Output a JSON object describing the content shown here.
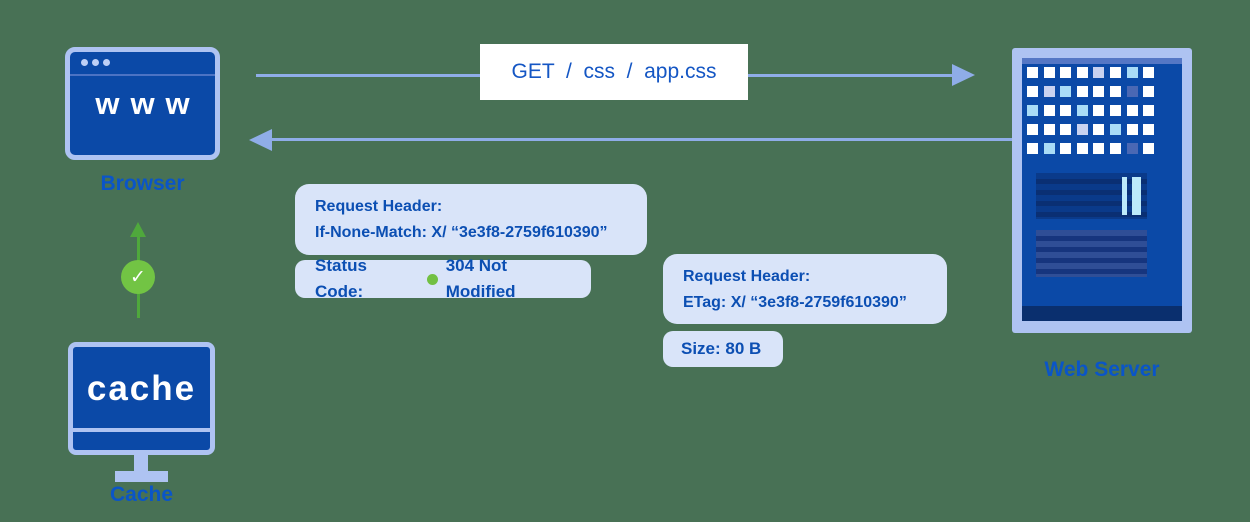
{
  "colors": {
    "background": "#487155",
    "icon_frame": "#AEC3F2",
    "icon_fill": "#0B49A7",
    "label_text": "#0A55C8",
    "box_fill": "#D9E4F9",
    "box_text": "#0C4FB3",
    "arrow": "#8FADE8",
    "get_text": "#1456C4",
    "green_line": "#4FA83C",
    "green_circle": "#72C444",
    "status_dot": "#72C043",
    "titlebar_dots": "#BDCFF6",
    "titlebar_sep": "#4C73C4",
    "server_top_strip": "#5577C5",
    "server_panel_dark": "#0A3A8A",
    "server_stripe_dark": "#0A2F73",
    "server_panel_slate": "#2F4E96",
    "server_stripe_slate": "#16357E",
    "server_vent_bar": "#BCEAFA",
    "server_bottom_bar": "#0A2F6E"
  },
  "nodes": {
    "browser": {
      "icon_text": "www",
      "label": "Browser"
    },
    "cache": {
      "icon_text": "cache",
      "label": "Cache"
    },
    "server": {
      "label": "Web Server",
      "grid": [
        "wwwwlwcw",
        "wlcwwwsw",
        "cwwcwwww",
        "wwwlwcww",
        "wcwwwwsw"
      ],
      "grid_colors": {
        "w": "#FFFFFF",
        "c": "#A9DCF7",
        "l": "#C9D2F0",
        "s": "#4A68B4"
      }
    }
  },
  "messages": {
    "request_label": "GET  /  css  /  app.css",
    "if_none_match_box": {
      "title": "Request Header:",
      "value": "If-None-Match: X/ “3e3f8-2759f610390”"
    },
    "status_box": {
      "label": "Status Code:",
      "value": "304 Not Modified"
    },
    "etag_box": {
      "title": "Request Header:",
      "value": "ETag: X/ “3e3f8-2759f610390”"
    },
    "size_box": {
      "text": "Size: 80 B"
    },
    "check_glyph": "✓"
  }
}
